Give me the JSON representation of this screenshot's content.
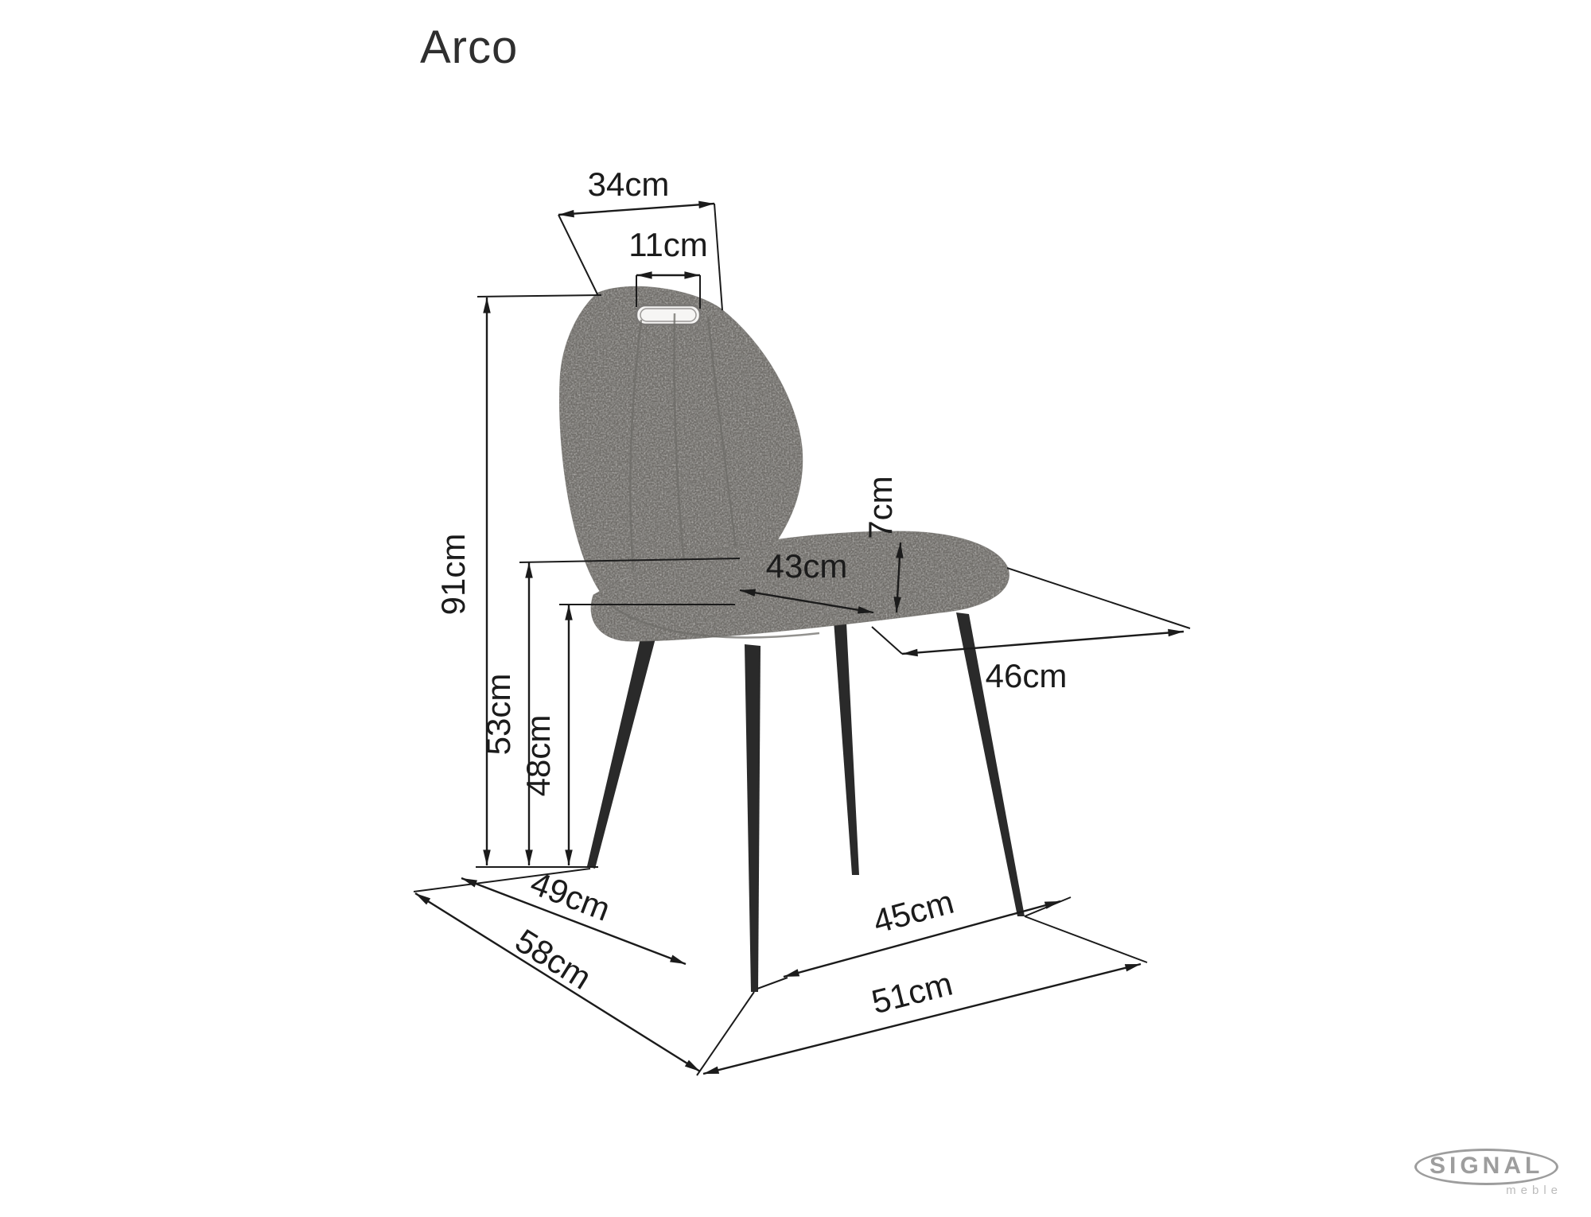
{
  "page": {
    "background": "#ffffff"
  },
  "product": {
    "name": "Arco"
  },
  "dimensions": {
    "backrest_width": "34cm",
    "handle_cutout_width": "11cm",
    "total_height": "91cm",
    "seat_back_height": "53cm",
    "seat_front_height": "48cm",
    "seat_depth": "43cm",
    "cushion_thickness": "7cm",
    "seat_width": "46cm",
    "leg_spacing_front": "49cm",
    "base_depth": "58cm",
    "leg_spacing_side": "45cm",
    "base_width": "51cm"
  },
  "branding": {
    "logo_text": "SIGNAL",
    "logo_subtext": "meble"
  },
  "colors": {
    "background": "#ffffff",
    "line": "#1b1b1b",
    "fabric": "#b3b1ae",
    "legs": "#2a2a2a",
    "logo": "#9d9d9d"
  }
}
